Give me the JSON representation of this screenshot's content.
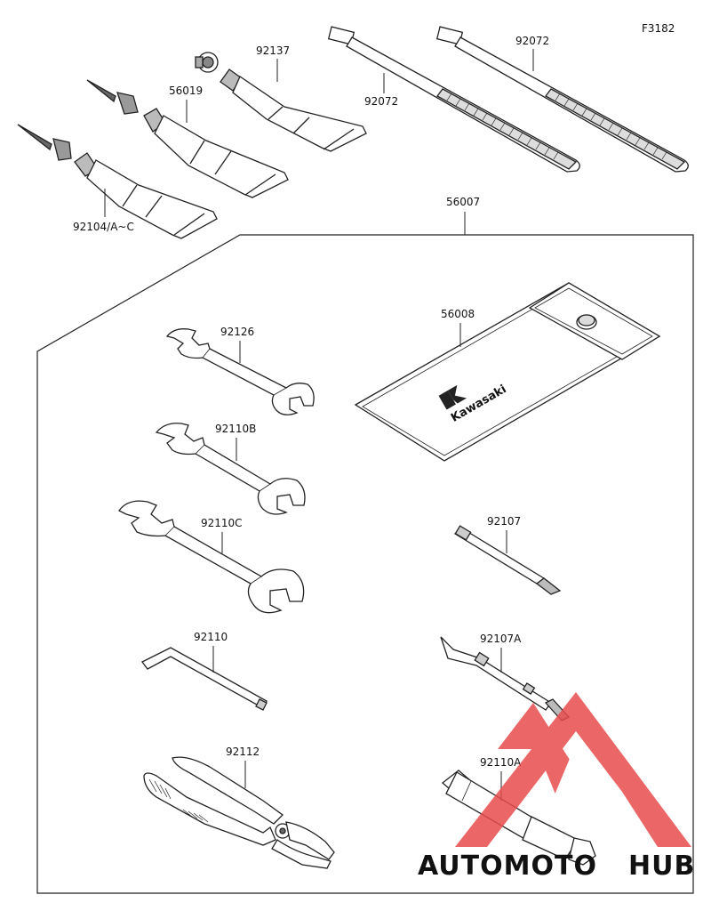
{
  "figure_code": "F3182",
  "parts": {
    "tie_upper": "92072",
    "tie_lower": "92072",
    "grease": "92137",
    "compound": "56019",
    "sealant": "92104/A~C",
    "tool_kit": "56007",
    "pouch": "56008",
    "wrench_a": "92126",
    "wrench_b": "92110B",
    "wrench_c": "92110C",
    "hex_key": "92110",
    "pliers": "92112",
    "screwdriver_phillips": "92107",
    "screwdriver_blade": "92107A",
    "spark_plug_wrench": "92110A"
  },
  "pouch_logo": "Kawasaki",
  "watermark": {
    "text_primary": "AUTOMOTO",
    "text_secondary": "HUB",
    "color_primary": "#f4a15a",
    "color_secondary": "#8a8a8a",
    "color_logo": "#e84c4c"
  }
}
